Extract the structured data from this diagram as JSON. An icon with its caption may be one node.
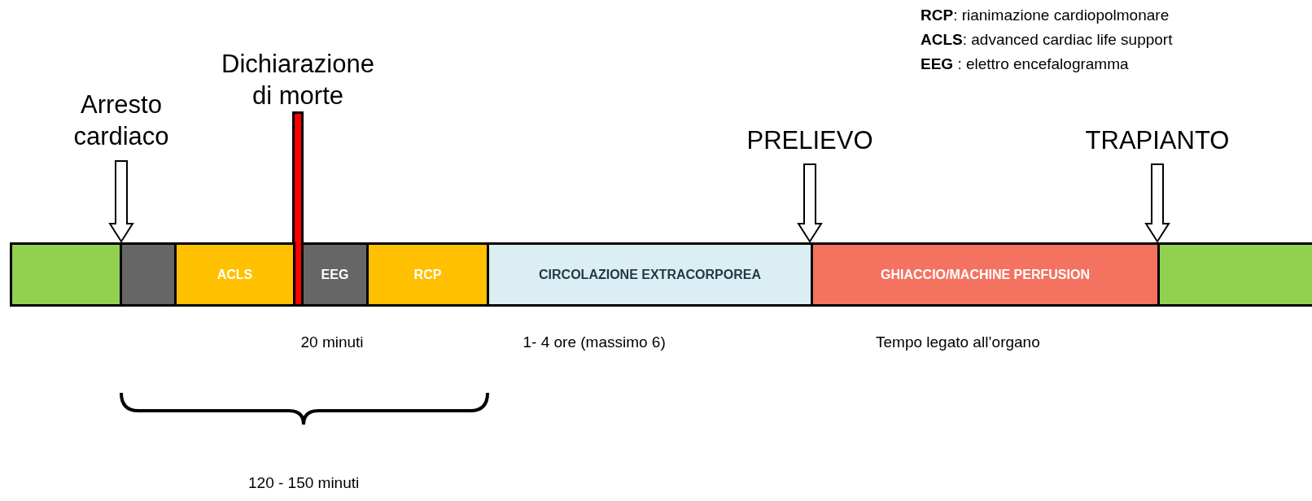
{
  "diagram": {
    "nodes": [
      {
        "text": [
          "Arresto cardiaco"
        ]
      },
      {
        "text": [],
        "shape": "bar",
        "beside": [
          "Dichiarazione di morte"
        ]
      },
      {
        "text": [
          "PRELIEVO"
        ]
      },
      {
        "text": [
          "TRAPIANTO"
        ]
      },
      {
        "text": [],
        "shape": "box"
      },
      {
        "text": [],
        "shape": "box"
      },
      {
        "text": [
          "ACLS"
        ]
      },
      {
        "text": [
          "EEG"
        ]
      },
      {
        "text": [
          "RCP"
        ]
      },
      {
        "text": [
          "CIRCOLAZIONE EXTRACORPOREA"
        ]
      },
      {
        "text": [
          "GHIACCIO/MACHINE PERFUSION"
        ]
      },
      {
        "text": [],
        "shape": "box"
      }
    ],
    "edges": [
      {
        "from": 0,
        "to": null,
        "arrow": "to"
      },
      {
        "from": 2,
        "to": null,
        "arrow": "to"
      },
      {
        "from": 3,
        "to": null,
        "arrow": "to"
      }
    ],
    "labels": [
      "**RCP**: rianimazione cardiopolmonare",
      "**ACLS**: advanced cardiac life support",
      "**EEG** : elettro encefalogramma",
      "20 minuti",
      "1- 4 ore (massimo 6)",
      "Tempo legato all’organo",
      "120 - 150 minuti"
    ]
  }
}
